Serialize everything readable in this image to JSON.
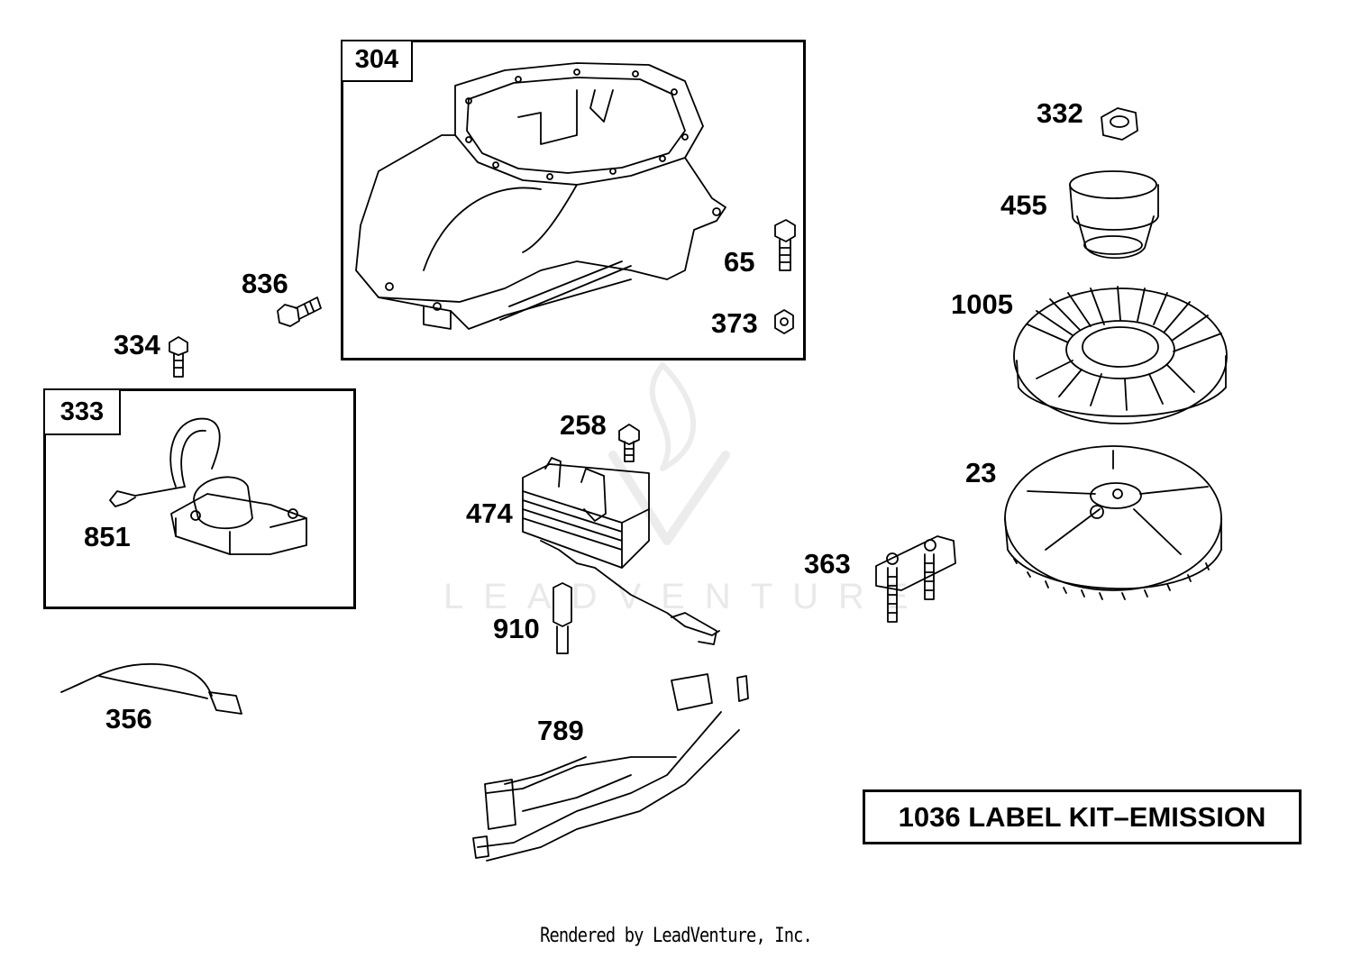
{
  "parts": {
    "p304": "304",
    "p836": "836",
    "p334": "334",
    "p333": "333",
    "p851": "851",
    "p65": "65",
    "p373": "373",
    "p258": "258",
    "p474": "474",
    "p910": "910",
    "p356": "356",
    "p789": "789",
    "p332": "332",
    "p455": "455",
    "p1005": "1005",
    "p23": "23",
    "p363": "363"
  },
  "kit_label": "1036 LABEL KIT–EMISSION",
  "watermark": "LEADVENTURE",
  "footer": "Rendered by LeadVenture, Inc."
}
